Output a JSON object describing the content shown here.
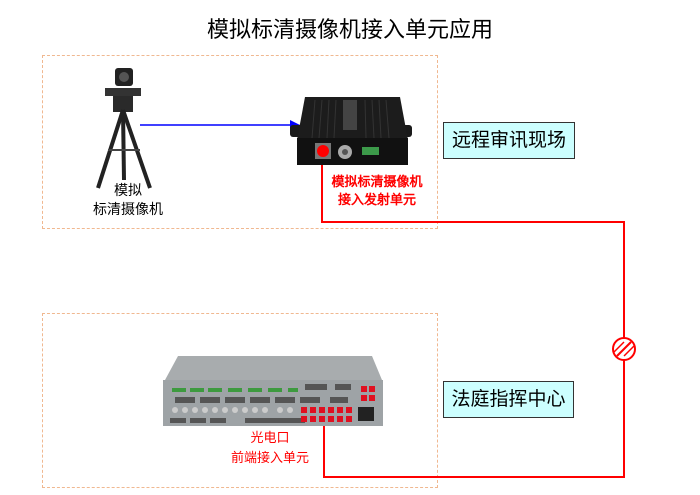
{
  "title": "模拟标清摄像机接入单元应用",
  "remote_site": {
    "label": "远程审讯现场",
    "camera_label_line1": "模拟",
    "camera_label_line2": "标清摄像机",
    "transmitter_line1": "模拟标清摄像机",
    "transmitter_line2": "接入发射单元"
  },
  "center_site": {
    "label": "法庭指挥中心",
    "receiver_line1": "光电口",
    "receiver_line2": "前端接入单元"
  },
  "colors": {
    "fiber": "#ff0000",
    "video": "#0000ff",
    "label_bg": "#ccffff",
    "dashed_border": "#f0b890"
  },
  "icons": {
    "camera": "tripod-camera-icon",
    "transmitter": "transmitter-device-icon",
    "receiver": "rack-chassis-icon",
    "fiber_link": "fiber-link-icon"
  }
}
